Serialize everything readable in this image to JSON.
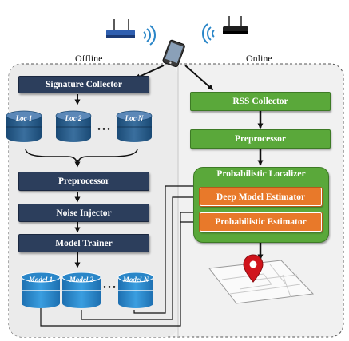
{
  "sections": {
    "offline": "Offline",
    "online": "Online"
  },
  "offline": {
    "signature_collector": "Signature Collector",
    "locations": [
      "Loc 1",
      "Loc 2",
      "Loc N"
    ],
    "preprocessor": "Preprocessor",
    "noise_injector": "Noise Injector",
    "model_trainer": "Model Trainer",
    "models": [
      "Model 1",
      "Model 2",
      "Model N"
    ],
    "ellipsis": "• • •"
  },
  "online": {
    "rss_collector": "RSS Collector",
    "preprocessor": "Preprocessor",
    "localizer_title": "Probabilistic Localizer",
    "deep_model_estimator": "Deep Model Estimator",
    "probabilistic_estimator": "Probabilistic Estimator"
  },
  "colors": {
    "navy": "#2c3e5c",
    "green": "#5aa83a",
    "orange": "#e8792a",
    "cylinder": "#2a86c8",
    "panel": "#f0f0f0"
  },
  "icons": [
    "router-blue-icon",
    "router-black-icon",
    "smartphone-icon",
    "map-pin-icon",
    "wifi-signal-icon"
  ]
}
